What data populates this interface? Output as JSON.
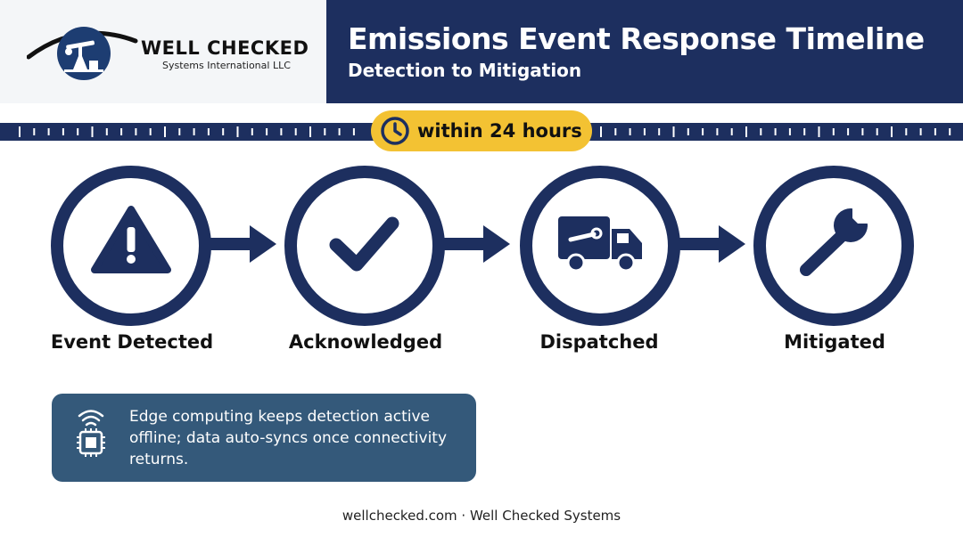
{
  "header": {
    "title": "Emissions Event Response Timeline",
    "subtitle": "Detection to Mitigation"
  },
  "logo": {
    "name": "WELL CHECKED",
    "tagline": "Systems International LLC",
    "icon": "pumpjack-eye-logo"
  },
  "timeline": {
    "badge_label": "within 24 hours",
    "badge_icon": "clock-icon"
  },
  "steps": [
    {
      "label": "Event Detected",
      "icon": "warning-icon"
    },
    {
      "label": "Acknowledged",
      "icon": "checkmark-icon"
    },
    {
      "label": "Dispatched",
      "icon": "service-truck-icon"
    },
    {
      "label": "Mitigated",
      "icon": "wrench-icon"
    }
  ],
  "note": {
    "icon": "wireless-chip-icon",
    "text": "Edge computing keeps detection active offline; data auto-syncs once connectivity returns."
  },
  "footer": {
    "text": "wellchecked.com · Well Checked Systems"
  },
  "colors": {
    "navy": "#1d2f5f",
    "accent_yellow": "#f3c233",
    "note_blue": "#34597a"
  }
}
